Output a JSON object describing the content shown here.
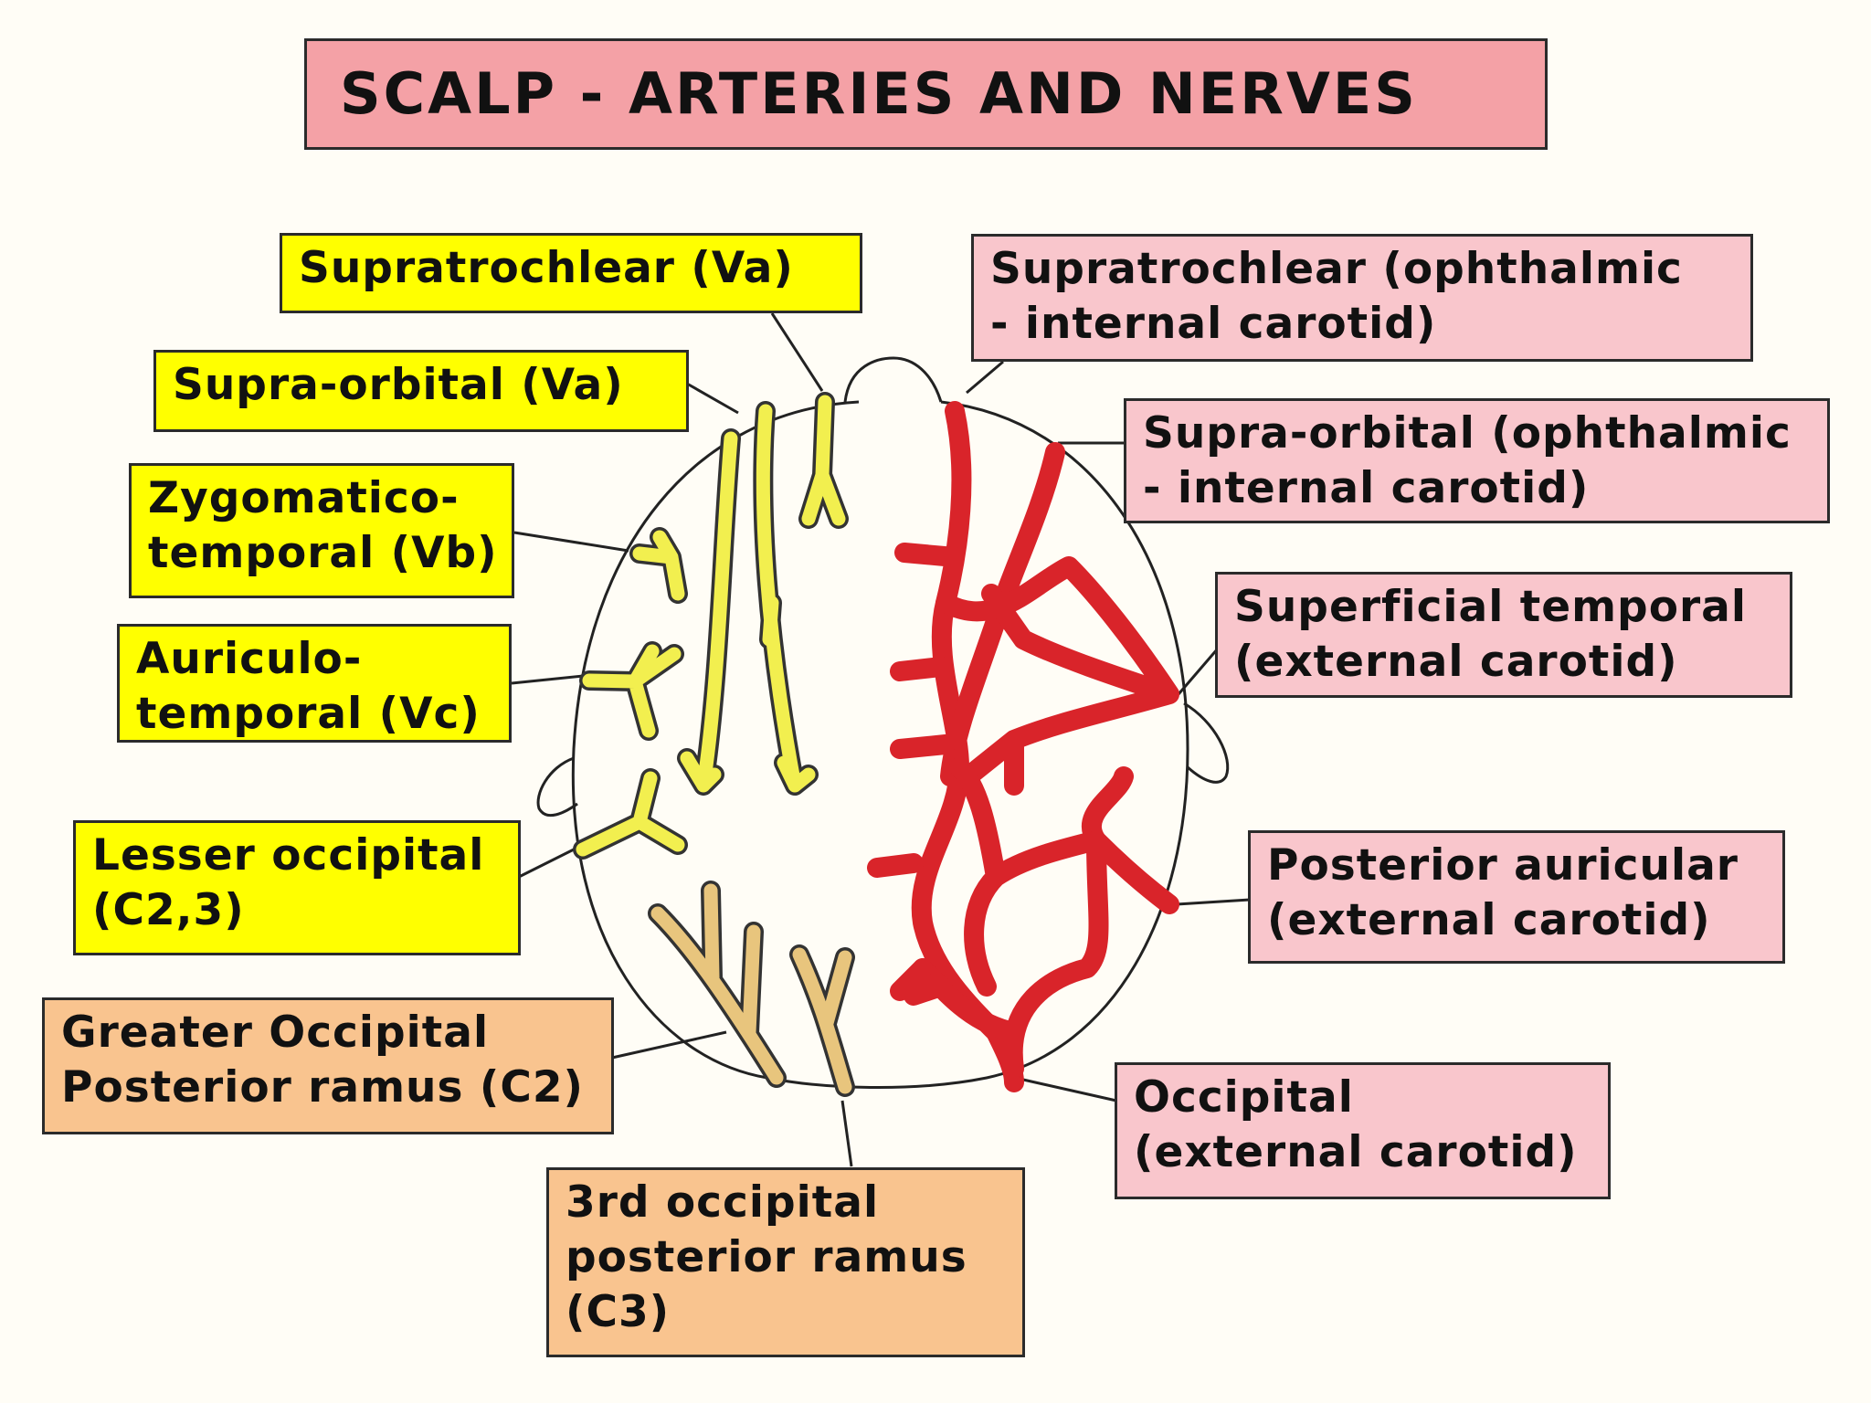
{
  "title": "SCALP - ARTERIES AND NERVES",
  "colors": {
    "title_bg": "#f4a1a6",
    "nerve_box": "#ffff00",
    "occipital_nerve_box": "#f9c48f",
    "artery_box": "#f9c6cc",
    "nerve_branch": "#f2ef4f",
    "occipital_nerve_branch": "#e8c57d",
    "artery_branch": "#d9242a",
    "outline": "#222222"
  },
  "nerves": [
    {
      "label": "Supratrochlear (Va)"
    },
    {
      "label": "Supra-orbital (Va)"
    },
    {
      "label": "Zygomatico-\ntemporal (Vb)"
    },
    {
      "label": "Auriculo-\ntemporal (Vc)"
    },
    {
      "label": "Lesser occipital\n(C2,3)"
    },
    {
      "label": "Greater Occipital\nPosterior ramus (C2)"
    },
    {
      "label": "3rd occipital\nposterior ramus\n(C3)"
    }
  ],
  "arteries": [
    {
      "label": "Supratrochlear (ophthalmic\n- internal carotid)"
    },
    {
      "label": "Supra-orbital (ophthalmic\n- internal carotid)"
    },
    {
      "label": "Superficial temporal\n(external carotid)"
    },
    {
      "label": "Posterior auricular\n(external carotid)"
    },
    {
      "label": "Occipital\n(external carotid)"
    }
  ]
}
